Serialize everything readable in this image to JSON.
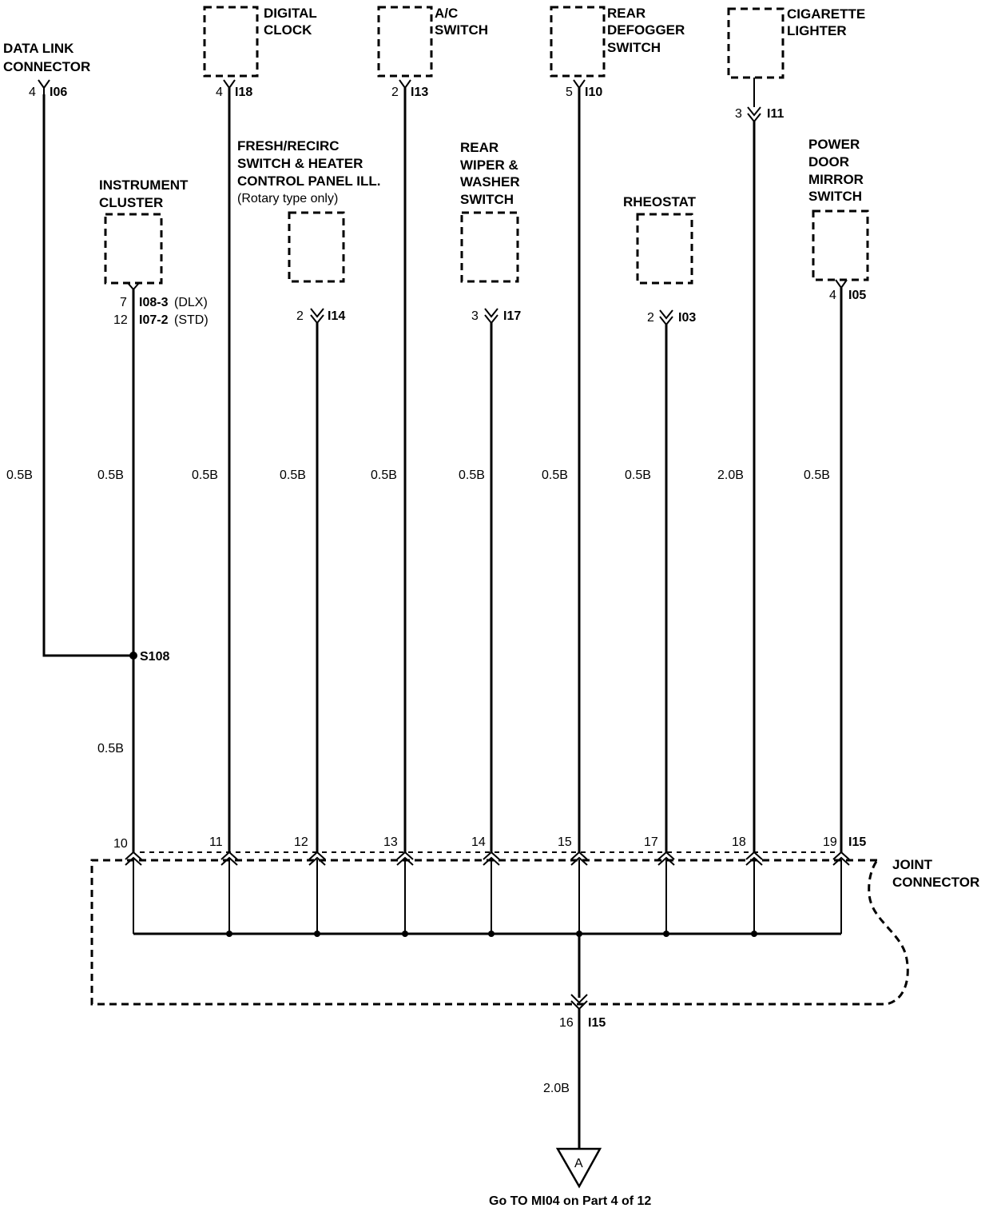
{
  "components": {
    "data_link": {
      "line1": "DATA LINK",
      "line2": "CONNECTOR",
      "pin": "4",
      "conn": "I06",
      "gauge": "0.5B"
    },
    "instrument_cluster": {
      "line1": "INSTRUMENT",
      "line2": "CLUSTER",
      "pin_a": "7",
      "conn_a": "I08-3",
      "variant_a": "(DLX)",
      "pin_b": "12",
      "conn_b": "I07-2",
      "variant_b": "(STD)",
      "gauge": "0.5B"
    },
    "digital_clock": {
      "line1": "DIGITAL",
      "line2": "CLOCK",
      "pin": "4",
      "conn": "I18",
      "gauge": "0.5B"
    },
    "fresh_recirc": {
      "line1": "FRESH/RECIRC",
      "line2": "SWITCH & HEATER",
      "line3": "CONTROL PANEL ILL.",
      "note": "(Rotary type only)",
      "pin": "2",
      "conn": "I14",
      "gauge": "0.5B"
    },
    "ac_switch": {
      "line1": "A/C",
      "line2": "SWITCH",
      "pin": "2",
      "conn": "I13",
      "gauge": "0.5B"
    },
    "rear_wiper": {
      "line1": "REAR",
      "line2": "WIPER &",
      "line3": "WASHER",
      "line4": "SWITCH",
      "pin": "3",
      "conn": "I17",
      "gauge": "0.5B"
    },
    "rear_defogger": {
      "line1": "REAR",
      "line2": "DEFOGGER",
      "line3": "SWITCH",
      "pin": "5",
      "conn": "I10",
      "gauge": "0.5B"
    },
    "rheostat": {
      "line1": "RHEOSTAT",
      "pin": "2",
      "conn": "I03",
      "gauge": "0.5B"
    },
    "cigarette_lighter": {
      "line1": "CIGARETTE",
      "line2": "LIGHTER",
      "pin": "3",
      "conn": "I11",
      "gauge": "2.0B"
    },
    "power_mirror": {
      "line1": "POWER",
      "line2": "DOOR",
      "line3": "MIRROR",
      "line4": "SWITCH",
      "pin": "4",
      "conn": "I05",
      "gauge": "0.5B"
    }
  },
  "splice": {
    "name": "S108",
    "gauge_below": "0.5B"
  },
  "joint_connector": {
    "line1": "JOINT",
    "line2": "CONNECTOR",
    "conn": "I15",
    "pins": [
      "10",
      "11",
      "12",
      "13",
      "14",
      "15",
      "17",
      "18",
      "19"
    ],
    "out_pin": "16",
    "out_conn": "I15",
    "out_gauge": "2.0B"
  },
  "ground": {
    "symbol": "A",
    "goto": "Go TO MI04 on Part 4 of 12"
  }
}
